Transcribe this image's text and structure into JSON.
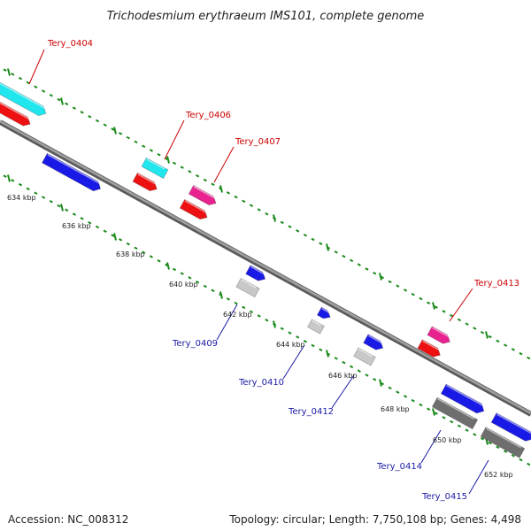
{
  "title": "Trichodesmium erythraeum IMS101, complete genome",
  "accession": "Accession: NC_008312",
  "summary": "Topology: circular; Length: 7,750,108 bp; Genes: 4,498",
  "colors": {
    "forward_label": "#cc0000",
    "reverse_label": "#1a1aa6",
    "tick": "#1a8a1a",
    "backbone": "#888888",
    "cyan": "#22e6ee",
    "red": "#ee1111",
    "magenta": "#e8238f",
    "blue": "#1a1ae6",
    "light_gray": "#c8c8c8",
    "dark_gray": "#6e6e6e"
  },
  "ticks": [
    "634 kbp",
    "636 kbp",
    "638 kbp",
    "640 kbp",
    "642 kbp",
    "644 kbp",
    "646 kbp",
    "648 kbp",
    "650 kbp",
    "652 kbp"
  ],
  "gene_labels": [
    {
      "text": "Tery_0404",
      "strand": "forward"
    },
    {
      "text": "Tery_0406",
      "strand": "forward"
    },
    {
      "text": "Tery_0407",
      "strand": "forward"
    },
    {
      "text": "Tery_0413",
      "strand": "forward"
    },
    {
      "text": "Tery_0409",
      "strand": "reverse"
    },
    {
      "text": "Tery_0410",
      "strand": "reverse"
    },
    {
      "text": "Tery_0412",
      "strand": "reverse"
    },
    {
      "text": "Tery_0414",
      "strand": "reverse"
    },
    {
      "text": "Tery_0415",
      "strand": "reverse"
    }
  ]
}
